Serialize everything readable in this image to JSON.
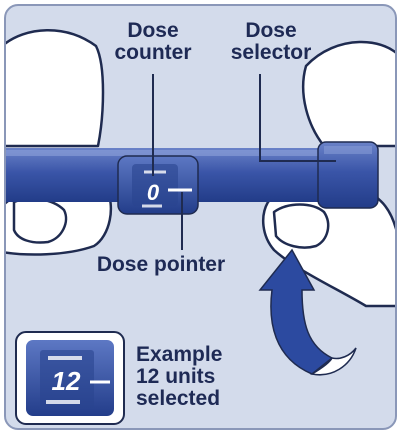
{
  "labels": {
    "dose_counter": "Dose\ncounter",
    "dose_selector": "Dose\nselector",
    "dose_pointer": "Dose pointer",
    "example": "Example\n12 units\nselected"
  },
  "counter_window": {
    "current_value": "0",
    "example_value": "12"
  },
  "icons": [
    "rotation-arrow-icon"
  ],
  "colors": {
    "background": "#d3dbeb",
    "pen_body": "#3b56a8",
    "pen_dark": "#203a85",
    "text": "#1e2a55",
    "hand_outline": "#1f2b50"
  }
}
